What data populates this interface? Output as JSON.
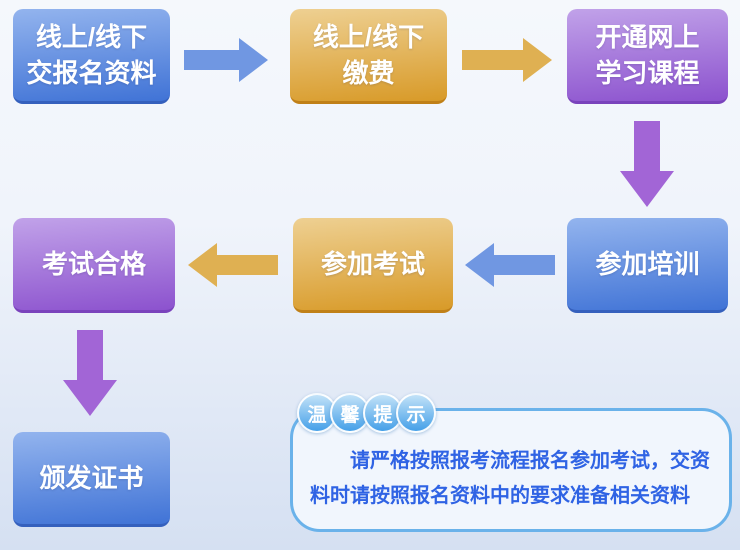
{
  "colors": {
    "bg-top": "#f5f8fc",
    "bg-bottom": "#d5e0f2",
    "blue-box-top": "#93b4ee",
    "blue-box-bottom": "#4073d6",
    "blue-box-edge": "#3560bd",
    "gold-box-top": "#eed092",
    "gold-box-bottom": "#d89a28",
    "gold-box-edge": "#c08018",
    "purple-box-top": "#c1a2e9",
    "purple-box-bottom": "#8c52ce",
    "purple-box-edge": "#7a43bc",
    "arrow-blue": "#7097e2",
    "arrow-gold": "#dfb052",
    "arrow-purple": "#a265d6",
    "tip-border": "#6ab2ea",
    "tip-bg": "#f1f6fd",
    "tip-text": "#2f63e4",
    "badge-top": "#c2e2f8",
    "badge-bottom": "#45a0e8"
  },
  "flow": {
    "steps": [
      {
        "id": "submit-materials",
        "label": "线上/线下\n交报名资料",
        "color": "blue"
      },
      {
        "id": "pay-fee",
        "label": "线上/线下\n缴费",
        "color": "gold"
      },
      {
        "id": "open-course",
        "label": "开通网上\n学习课程",
        "color": "purple"
      },
      {
        "id": "attend-training",
        "label": "参加培训",
        "color": "blue"
      },
      {
        "id": "take-exam",
        "label": "参加考试",
        "color": "gold"
      },
      {
        "id": "pass-exam",
        "label": "考试合格",
        "color": "purple"
      },
      {
        "id": "issue-certificate",
        "label": "颁发证书",
        "color": "blue"
      }
    ]
  },
  "tip": {
    "badge_chars": [
      "温",
      "馨",
      "提",
      "示"
    ],
    "text": "请严格按照报考流程报名参加考试，交资料时请按照报名资料中的要求准备相关资料"
  }
}
